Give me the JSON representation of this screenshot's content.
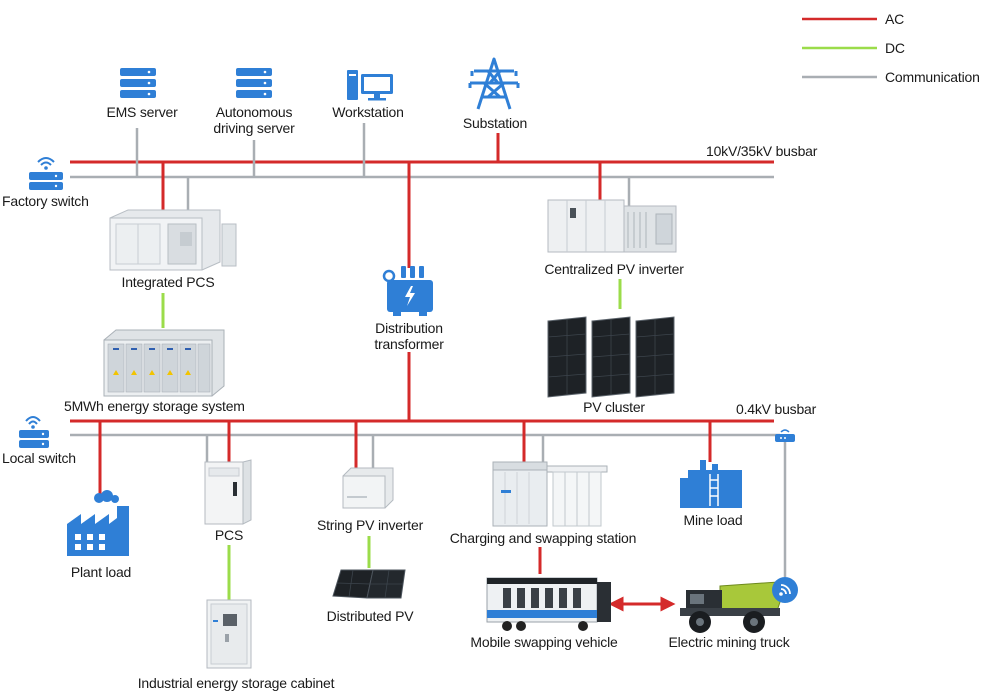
{
  "legend": {
    "ac": "AC",
    "dc": "DC",
    "communication": "Communication",
    "colors": {
      "ac": "#d42a2a",
      "dc": "#9bdc4a",
      "communication": "#a9aeb3"
    }
  },
  "busbars": {
    "high": "10kV/35kV busbar",
    "low": "0.4kV busbar"
  },
  "nodes": {
    "factory_switch": "Factory switch",
    "ems_server": "EMS server",
    "autonomous_server": "Autonomous\ndriving server",
    "workstation": "Workstation",
    "substation": "Substation",
    "integrated_pcs": "Integrated PCS",
    "distribution_transformer": "Distribution\ntransformer",
    "centralized_pv_inverter": "Centralized PV inverter",
    "pv_cluster": "PV cluster",
    "energy_storage_system": "5MWh energy storage system",
    "local_switch": "Local switch",
    "plant_load": "Plant load",
    "pcs": "PCS",
    "industrial_cabinet": "Industrial energy storage cabinet",
    "string_pv_inverter": "String PV inverter",
    "distributed_pv": "Distributed PV",
    "charging_station": "Charging and swapping station",
    "mine_load": "Mine load",
    "mobile_vehicle": "Mobile swapping vehicle",
    "mining_truck": "Electric mining truck"
  },
  "icon_colors": {
    "primary": "#2f7fd6",
    "equipment": "#dfe4e8",
    "truck": "#a8c83a",
    "panel": "#1e2226"
  }
}
